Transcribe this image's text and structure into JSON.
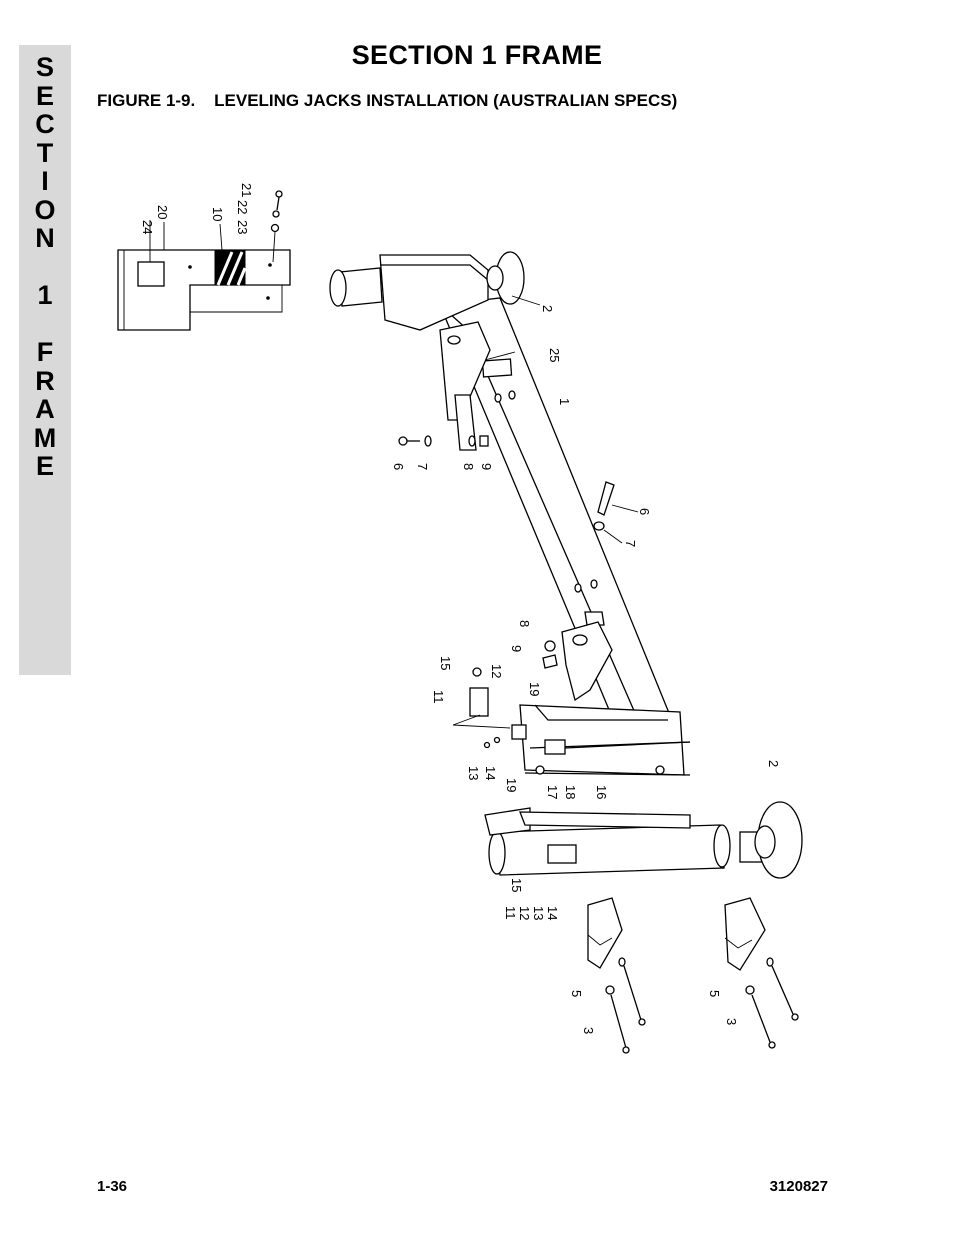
{
  "side_tab": {
    "letters": [
      "S",
      "E",
      "C",
      "T",
      "I",
      "O",
      "N",
      "",
      "1",
      "",
      "F",
      "R",
      "A",
      "M",
      "E"
    ]
  },
  "header": {
    "title": "SECTION 1  FRAME"
  },
  "figure": {
    "caption": "FIGURE 1-9.    LEVELING JACKS INSTALLATION (AUSTRALIAN SPECS)",
    "callouts": [
      {
        "id": "c24",
        "text": "24"
      },
      {
        "id": "c20",
        "text": "20"
      },
      {
        "id": "c10",
        "text": "10"
      },
      {
        "id": "c23",
        "text": "23"
      },
      {
        "id": "c22",
        "text": "22"
      },
      {
        "id": "c21",
        "text": "21"
      },
      {
        "id": "c2a",
        "text": "2"
      },
      {
        "id": "c25",
        "text": "25"
      },
      {
        "id": "c1",
        "text": "1"
      },
      {
        "id": "c6a",
        "text": "6"
      },
      {
        "id": "c7a",
        "text": "7"
      },
      {
        "id": "c8a",
        "text": "8"
      },
      {
        "id": "c9a",
        "text": "9"
      },
      {
        "id": "c6b",
        "text": "6"
      },
      {
        "id": "c7b",
        "text": "7"
      },
      {
        "id": "c8b",
        "text": "8"
      },
      {
        "id": "c9b",
        "text": "9"
      },
      {
        "id": "c15a",
        "text": "15"
      },
      {
        "id": "c12a",
        "text": "12"
      },
      {
        "id": "c11a",
        "text": "11"
      },
      {
        "id": "c19a",
        "text": "19"
      },
      {
        "id": "c13a",
        "text": "13"
      },
      {
        "id": "c14a",
        "text": "14"
      },
      {
        "id": "c19b",
        "text": "19"
      },
      {
        "id": "c17",
        "text": "17"
      },
      {
        "id": "c18",
        "text": "18"
      },
      {
        "id": "c16",
        "text": "16"
      },
      {
        "id": "c2b",
        "text": "2"
      },
      {
        "id": "c15b",
        "text": "15"
      },
      {
        "id": "c11b",
        "text": "11"
      },
      {
        "id": "c12b",
        "text": "12"
      },
      {
        "id": "c13b",
        "text": "13"
      },
      {
        "id": "c14b",
        "text": "14"
      },
      {
        "id": "c5a",
        "text": "5"
      },
      {
        "id": "c3a",
        "text": "3"
      },
      {
        "id": "c5b",
        "text": "5"
      },
      {
        "id": "c3b",
        "text": "3"
      }
    ]
  },
  "footer": {
    "page_number": "1-36",
    "doc_number": "3120827"
  }
}
